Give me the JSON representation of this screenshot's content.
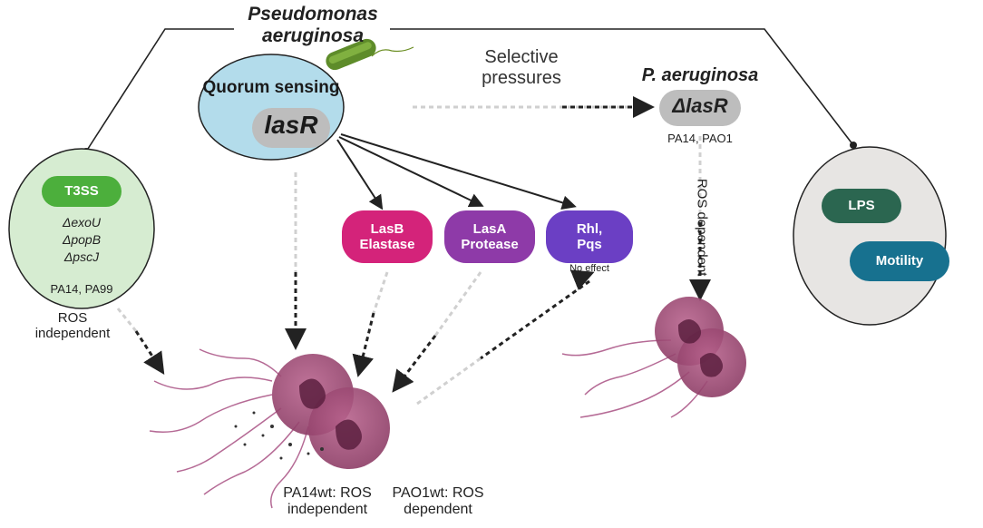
{
  "title": {
    "line1": "Pseudomonas",
    "line2": "aeruginosa"
  },
  "quorum": {
    "label": "Quorum sensing",
    "gene": "lasR"
  },
  "selective": {
    "line1": "Selective",
    "line2": "pressures"
  },
  "mutant": {
    "name": "P. aeruginosa",
    "gene": "ΔlasR",
    "strains": "PA14, PAO1",
    "ros": "ROS dependent"
  },
  "t3ss": {
    "label": "T3SS",
    "mutants": [
      "ΔexoU",
      "ΔpopB",
      "ΔpscJ"
    ],
    "strains": "PA14, PA99",
    "ros_line1": "ROS",
    "ros_line2": "independent"
  },
  "factors": {
    "lasb": {
      "line1": "LasB",
      "line2": "Elastase",
      "color": "#d4237a"
    },
    "lasa": {
      "line1": "LasA",
      "line2": "Protease",
      "color": "#8e3aa8"
    },
    "rhl": {
      "line1": "Rhl,",
      "line2": "Pqs",
      "note": "No effect",
      "color": "#6b3fc4"
    }
  },
  "other": {
    "lps": "LPS",
    "motility": "Motility",
    "lps_color": "#2b6650",
    "motility_color": "#17718f"
  },
  "outcomes": {
    "pa14": {
      "line1": "PA14wt: ROS",
      "line2": "independent"
    },
    "pao1": {
      "line1": "PAO1wt: ROS",
      "line2": "dependent"
    }
  },
  "colors": {
    "qs_ellipse": "#b3dceb",
    "t3ss_ellipse": "#d6ecd1",
    "t3ss_pill": "#4caf3c",
    "gray_ellipse": "#e7e5e3",
    "gene_pill": "#bdbdbd",
    "neutrophil": "#a34d7a"
  }
}
